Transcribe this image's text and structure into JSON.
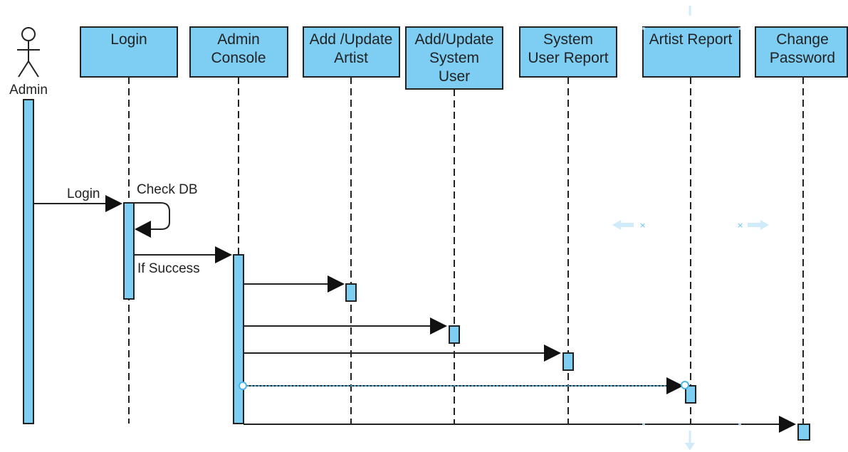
{
  "diagram": {
    "actor": {
      "label": "Admin"
    },
    "lifelines": [
      {
        "id": "login",
        "lines": [
          "Login"
        ]
      },
      {
        "id": "admin-console",
        "lines": [
          "Admin",
          "Console"
        ]
      },
      {
        "id": "add-update-artist",
        "lines": [
          "Add /Update",
          "Artist"
        ]
      },
      {
        "id": "add-update-system-user",
        "lines": [
          "Add/Update",
          "System",
          "User"
        ]
      },
      {
        "id": "system-user-report",
        "lines": [
          "System",
          "User Report"
        ]
      },
      {
        "id": "artist-report",
        "lines": [
          "Artist Report"
        ]
      },
      {
        "id": "change-password",
        "lines": [
          "Change",
          "Password"
        ]
      }
    ],
    "messages": [
      {
        "from": "admin",
        "to": "login",
        "label": "Login"
      },
      {
        "from": "login",
        "to": "login",
        "label": "Check DB"
      },
      {
        "from": "login",
        "to": "admin-console",
        "label": "If Success"
      },
      {
        "from": "admin-console",
        "to": "add-update-artist",
        "label": ""
      },
      {
        "from": "admin-console",
        "to": "add-update-system-user",
        "label": ""
      },
      {
        "from": "admin-console",
        "to": "system-user-report",
        "label": ""
      },
      {
        "from": "admin-console",
        "to": "artist-report",
        "label": "",
        "selected": true
      },
      {
        "from": "admin-console",
        "to": "change-password",
        "label": ""
      }
    ],
    "colors": {
      "box_fill": "#7ecdf2",
      "box_stroke": "#222222",
      "line": "#222222",
      "selection": "#4ab4ea",
      "guide": "#c8e8f8"
    }
  }
}
